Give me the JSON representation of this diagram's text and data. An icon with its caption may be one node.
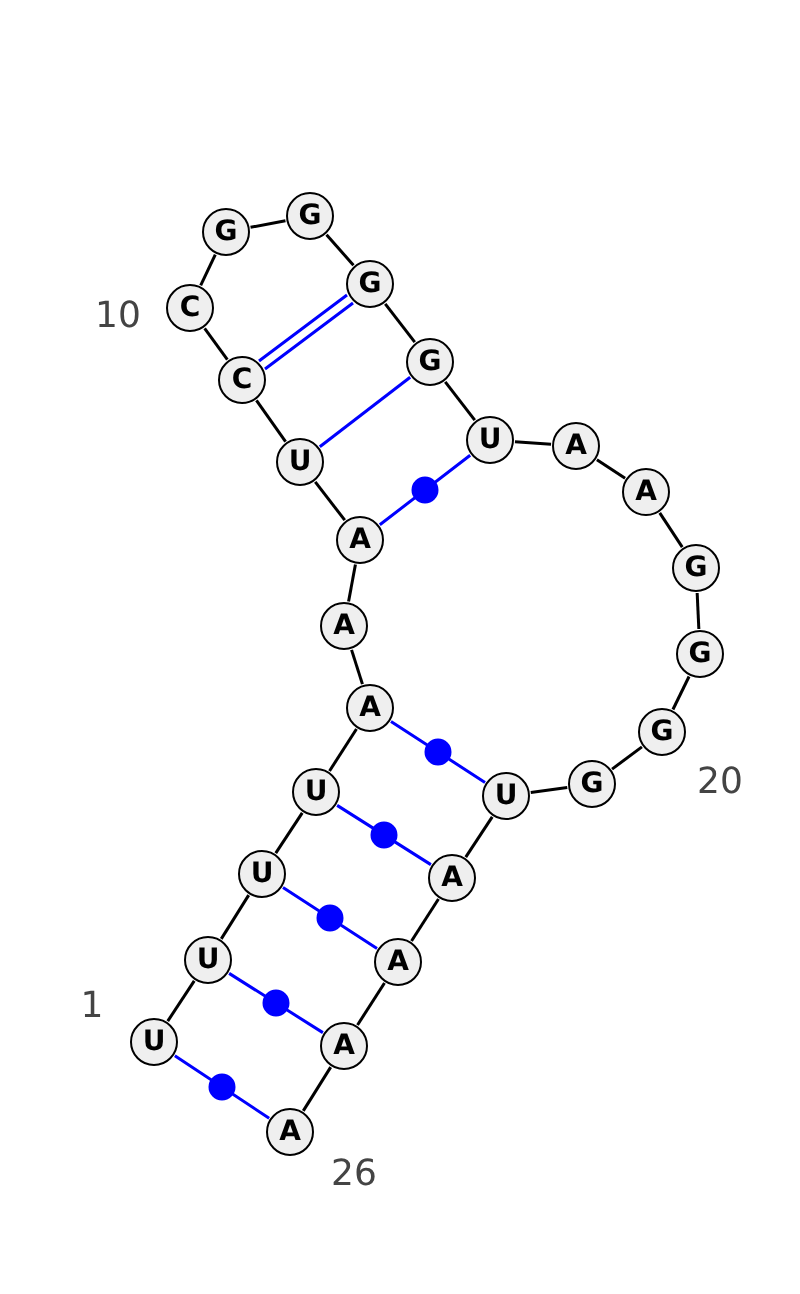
{
  "diagram": {
    "nodes": [
      {
        "text": [
          "U"
        ]
      },
      {
        "text": [
          "U"
        ]
      },
      {
        "text": [
          "U"
        ]
      },
      {
        "text": [
          "U"
        ]
      },
      {
        "text": [
          "A"
        ]
      },
      {
        "text": [
          "A"
        ]
      },
      {
        "text": [
          "A"
        ]
      },
      {
        "text": [
          "U"
        ]
      },
      {
        "text": [
          "C"
        ]
      },
      {
        "text": [
          "C"
        ]
      },
      {
        "text": [
          "G"
        ]
      },
      {
        "text": [
          "G"
        ]
      },
      {
        "text": [
          "G"
        ]
      },
      {
        "text": [
          "G"
        ]
      },
      {
        "text": [
          "U"
        ]
      },
      {
        "text": [
          "A"
        ]
      },
      {
        "text": [
          "A"
        ]
      },
      {
        "text": [
          "G"
        ]
      },
      {
        "text": [
          "G"
        ]
      },
      {
        "text": [
          "G"
        ]
      },
      {
        "text": [
          "G"
        ]
      },
      {
        "text": [
          "U"
        ]
      },
      {
        "text": [
          "A"
        ]
      },
      {
        "text": [
          "A"
        ]
      },
      {
        "text": [
          "A"
        ]
      },
      {
        "text": [
          "A"
        ]
      }
    ],
    "edges": [
      {
        "from": 0,
        "to": 1,
        "arrow": "none"
      },
      {
        "from": 1,
        "to": 2,
        "arrow": "none"
      },
      {
        "from": 2,
        "to": 3,
        "arrow": "none"
      },
      {
        "from": 3,
        "to": 4,
        "arrow": "none"
      },
      {
        "from": 4,
        "to": 5,
        "arrow": "none"
      },
      {
        "from": 5,
        "to": 6,
        "arrow": "none"
      },
      {
        "from": 6,
        "to": 7,
        "arrow": "none"
      },
      {
        "from": 7,
        "to": 8,
        "arrow": "none"
      },
      {
        "from": 8,
        "to": 9,
        "arrow": "none"
      },
      {
        "from": 9,
        "to": 10,
        "arrow": "none"
      },
      {
        "from": 10,
        "to": 11,
        "arrow": "none"
      },
      {
        "from": 11,
        "to": 12,
        "arrow": "none"
      },
      {
        "from": 12,
        "to": 13,
        "arrow": "none"
      },
      {
        "from": 13,
        "to": 14,
        "arrow": "none"
      },
      {
        "from": 14,
        "to": 15,
        "arrow": "none"
      },
      {
        "from": 15,
        "to": 16,
        "arrow": "none"
      },
      {
        "from": 16,
        "to": 17,
        "arrow": "none"
      },
      {
        "from": 17,
        "to": 18,
        "arrow": "none"
      },
      {
        "from": 18,
        "to": 19,
        "arrow": "none"
      },
      {
        "from": 19,
        "to": 20,
        "arrow": "none"
      },
      {
        "from": 20,
        "to": 21,
        "arrow": "none"
      },
      {
        "from": 21,
        "to": 22,
        "arrow": "none"
      },
      {
        "from": 22,
        "to": 23,
        "arrow": "none"
      },
      {
        "from": 23,
        "to": 24,
        "arrow": "none"
      },
      {
        "from": 24,
        "to": 25,
        "arrow": "none"
      },
      {
        "from": 0,
        "to": 25,
        "arrow": "none",
        "color": "#0000ff"
      },
      {
        "from": 1,
        "to": 24,
        "arrow": "none",
        "color": "#0000ff"
      },
      {
        "from": 2,
        "to": 23,
        "arrow": "none",
        "color": "#0000ff"
      },
      {
        "from": 3,
        "to": 22,
        "arrow": "none",
        "color": "#0000ff"
      },
      {
        "from": 4,
        "to": 21,
        "arrow": "none",
        "color": "#0000ff"
      },
      {
        "from": 6,
        "to": 14,
        "arrow": "none",
        "color": "#0000ff"
      },
      {
        "from": 7,
        "to": 13,
        "arrow": "none",
        "color": "#0000ff"
      },
      {
        "from": 8,
        "to": 12,
        "arrow": "none",
        "color": "#0000ff"
      }
    ],
    "labels": [
      "10",
      "20",
      "1",
      "26"
    ]
  }
}
